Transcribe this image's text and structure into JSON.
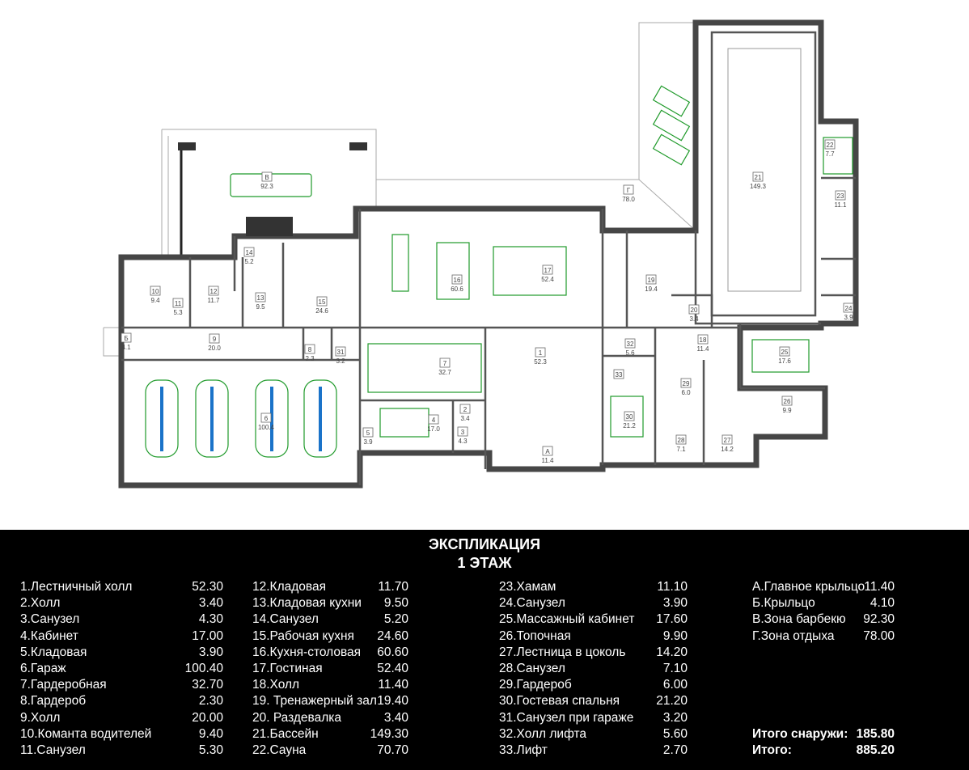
{
  "plan": {
    "rooms": {
      "r1": {
        "id": "1",
        "area": "52.3"
      },
      "r2": {
        "id": "2",
        "area": "3.4"
      },
      "r3": {
        "id": "3",
        "area": "4.3"
      },
      "r4": {
        "id": "4",
        "area": "17.0"
      },
      "r5": {
        "id": "5",
        "area": "3.9"
      },
      "r6": {
        "id": "6",
        "area": "100.4"
      },
      "r7": {
        "id": "7",
        "area": "32.7"
      },
      "r8": {
        "id": "8",
        "area": "2.3"
      },
      "r9": {
        "id": "9",
        "area": "20.0"
      },
      "r10": {
        "id": "10",
        "area": "9.4"
      },
      "r11": {
        "id": "11",
        "area": "5.3"
      },
      "r12": {
        "id": "12",
        "area": "11.7"
      },
      "r13": {
        "id": "13",
        "area": "9.5"
      },
      "r14": {
        "id": "14",
        "area": "5.2"
      },
      "r15": {
        "id": "15",
        "area": "24.6"
      },
      "r16": {
        "id": "16",
        "area": "60.6"
      },
      "r17": {
        "id": "17",
        "area": "52.4"
      },
      "r18": {
        "id": "18",
        "area": "11.4"
      },
      "r19": {
        "id": "19",
        "area": "19.4"
      },
      "r20": {
        "id": "20",
        "area": "3.4"
      },
      "r21": {
        "id": "21",
        "area": "149.3"
      },
      "r22": {
        "id": "22",
        "area": "7.7"
      },
      "r23": {
        "id": "23",
        "area": "11.1"
      },
      "r24": {
        "id": "24",
        "area": "3.9"
      },
      "r25": {
        "id": "25",
        "area": "17.6"
      },
      "r26": {
        "id": "26",
        "area": "9.9"
      },
      "r27": {
        "id": "27",
        "area": "14.2"
      },
      "r28": {
        "id": "28",
        "area": "7.1"
      },
      "r29": {
        "id": "29",
        "area": "6.0"
      },
      "r30": {
        "id": "30",
        "area": "21.2"
      },
      "r31": {
        "id": "31",
        "area": "3.2"
      },
      "r32": {
        "id": "32",
        "area": "5.6"
      },
      "r33": {
        "id": "33",
        "area": ""
      },
      "rA": {
        "id": "А",
        "area": "11.4"
      },
      "rB": {
        "id": "Б",
        "area": "4.1"
      },
      "rV": {
        "id": "В",
        "area": "92.3"
      },
      "rG": {
        "id": "Г",
        "area": "78.0"
      }
    }
  },
  "legend": {
    "title": "ЭКСПЛИКАЦИЯ",
    "subtitle": "1 ЭТАЖ",
    "columns": [
      [
        {
          "label": "1.Лестничный холл",
          "value": "52.30"
        },
        {
          "label": "2.Холл",
          "value": "3.40"
        },
        {
          "label": "3.Санузел",
          "value": "4.30"
        },
        {
          "label": "4.Кабинет",
          "value": "17.00"
        },
        {
          "label": "5.Кладовая",
          "value": "3.90"
        },
        {
          "label": "6.Гараж",
          "value": "100.40"
        },
        {
          "label": "7.Гардеробная",
          "value": "32.70"
        },
        {
          "label": "8.Гардероб",
          "value": "2.30"
        },
        {
          "label": "9.Холл",
          "value": "20.00"
        },
        {
          "label": "10.Команта водителей",
          "value": "9.40"
        },
        {
          "label": "11.Санузел",
          "value": "5.30"
        }
      ],
      [
        {
          "label": "12.Кладовая",
          "value": "11.70"
        },
        {
          "label": "13.Кладовая кухни",
          "value": "9.50"
        },
        {
          "label": "14.Санузел",
          "value": "5.20"
        },
        {
          "label": "15.Рабочая кухня",
          "value": "24.60"
        },
        {
          "label": "16.Кухня-столовая",
          "value": "60.60"
        },
        {
          "label": "17.Гостиная",
          "value": "52.40"
        },
        {
          "label": "18.Холл",
          "value": "11.40"
        },
        {
          "label": "19. Тренажерный зал",
          "value": "19.40"
        },
        {
          "label": "20. Раздевалка",
          "value": "3.40"
        },
        {
          "label": "21.Бассейн",
          "value": "149.30"
        },
        {
          "label": "22.Сауна",
          "value": "70.70"
        }
      ],
      [
        {
          "label": "23.Хамам",
          "value": "11.10"
        },
        {
          "label": "24.Санузел",
          "value": "3.90"
        },
        {
          "label": "25.Массажный кабинет",
          "value": "17.60"
        },
        {
          "label": "26.Топочная",
          "value": "9.90"
        },
        {
          "label": "27.Лестница в цоколь",
          "value": "14.20"
        },
        {
          "label": "28.Санузел",
          "value": "7.10"
        },
        {
          "label": "29.Гардероб",
          "value": "6.00"
        },
        {
          "label": "30.Гостевая спальня",
          "value": "21.20"
        },
        {
          "label": "31.Санузел при гараже",
          "value": "3.20"
        },
        {
          "label": "32.Холл лифта",
          "value": "5.60"
        },
        {
          "label": "33.Лифт",
          "value": "2.70"
        }
      ],
      [
        {
          "label": "А.Главное крыльцо",
          "value": "11.40"
        },
        {
          "label": "Б.Крыльцо",
          "value": "4.10"
        },
        {
          "label": "В.Зона барбекю",
          "value": "92.30"
        },
        {
          "label": "Г.Зона отдыха",
          "value": "78.00"
        }
      ]
    ],
    "totals": [
      {
        "label": "Итого снаружи:",
        "value": "185.80"
      },
      {
        "label": "Итого:",
        "value": "885.20"
      }
    ]
  }
}
